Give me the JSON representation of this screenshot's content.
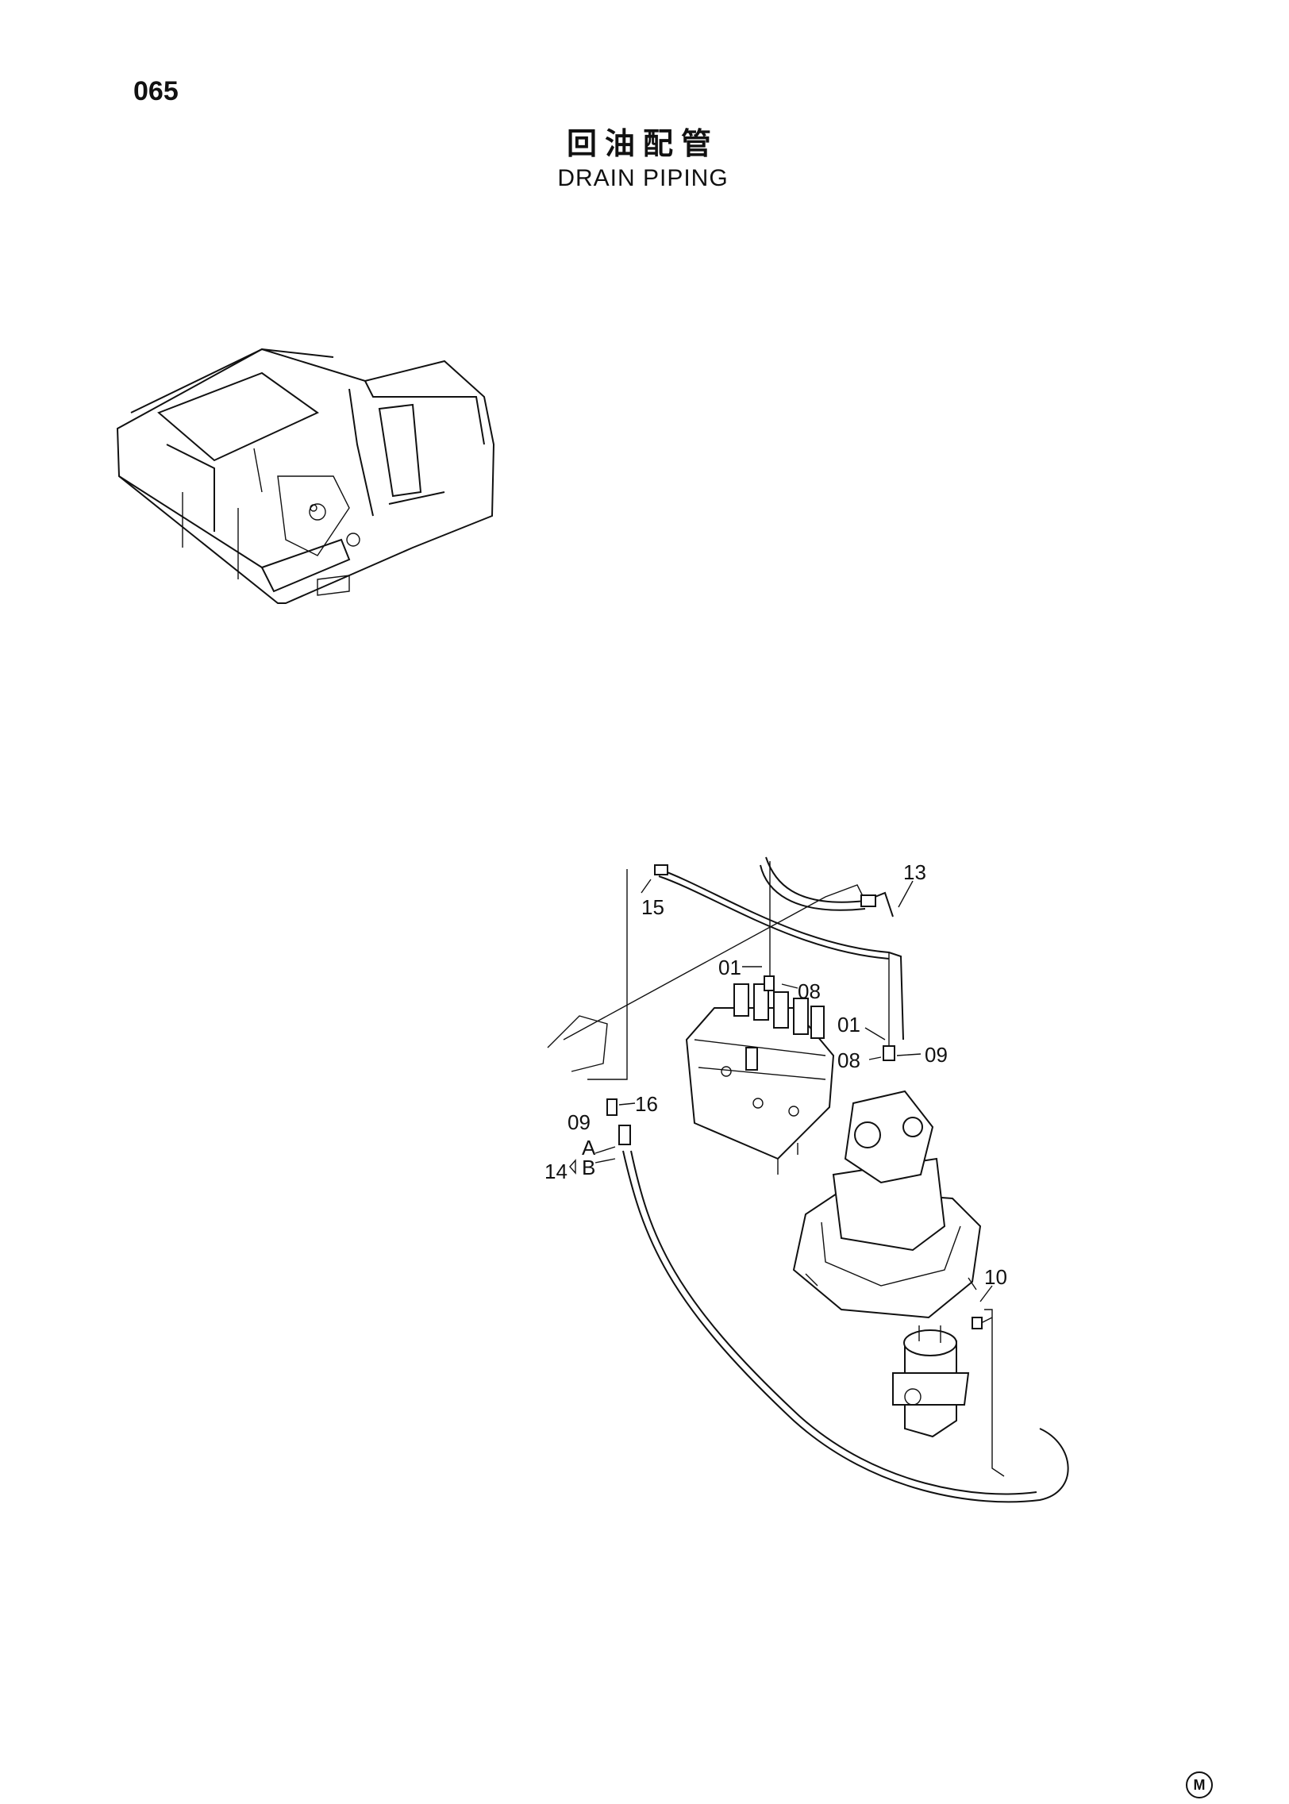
{
  "page": {
    "number": "065",
    "title_cn": "回油配管",
    "title_en": "DRAIN PIPING",
    "mark": "M"
  },
  "callouts": [
    "13",
    "15",
    "01",
    "08",
    "01",
    "09",
    "08",
    "09",
    "16",
    "A",
    "B",
    "14",
    "10"
  ],
  "icons": {
    "overview": "excavator-upper-structure-icon",
    "control_valve": "control-valve-icon",
    "swing_motor": "swing-motor-icon",
    "center_joint": "center-joint-icon"
  }
}
